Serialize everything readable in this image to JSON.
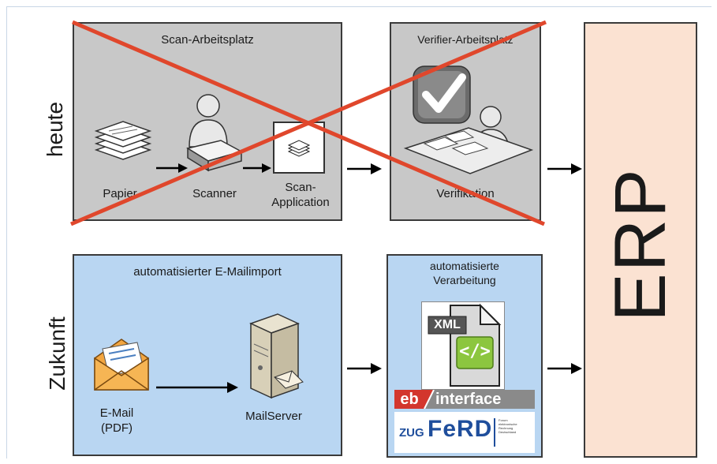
{
  "rows": {
    "top": "heute",
    "bottom": "Zukunft"
  },
  "scan_box": {
    "title": "Scan-Arbeitsplatz",
    "labels": [
      "Papier",
      "Scanner",
      "Scan-\nApplication"
    ]
  },
  "verifier_box": {
    "title": "Verifier-Arbeitsplatz",
    "label": "Verifikation"
  },
  "email_box": {
    "title": "automatisierter E-Mailimport",
    "labels": [
      "E-Mail\n(PDF)",
      "MailServer"
    ]
  },
  "auto_box": {
    "title": "automatisierte\nVerarbeitung",
    "xml": "XML",
    "code": "</>",
    "eb_prefix": "eb",
    "eb_suffix": "interface",
    "zug": "ZUG",
    "ferd": "FeRD",
    "ferd_small": "Forum\nelektronische\nRechnung\nDeutschland"
  },
  "erp": "ERP",
  "colors": {
    "cross": "#e0472c",
    "grey_box": "#c8c8c8",
    "blue_box": "#b9d6f2",
    "erp_box": "#fbe2d2"
  }
}
